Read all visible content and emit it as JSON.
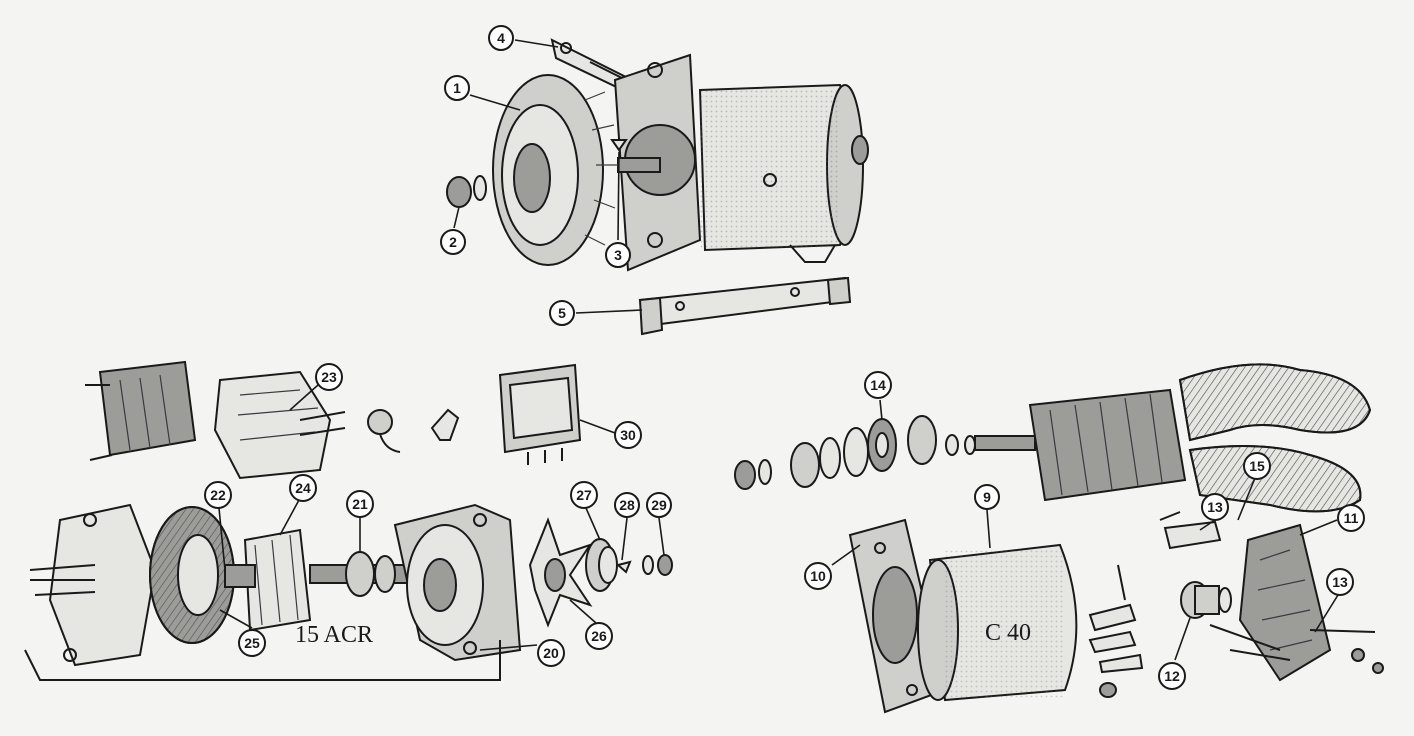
{
  "labels": {
    "alternator_model": "15 ACR",
    "dynamo_model": "C 40"
  },
  "callouts": [
    {
      "id": "c1",
      "text": "1"
    },
    {
      "id": "c2",
      "text": "2"
    },
    {
      "id": "c3",
      "text": "3"
    },
    {
      "id": "c4",
      "text": "4"
    },
    {
      "id": "c5",
      "text": "5"
    },
    {
      "id": "c23",
      "text": "23"
    },
    {
      "id": "c30",
      "text": "30"
    },
    {
      "id": "c22",
      "text": "22"
    },
    {
      "id": "c24",
      "text": "24"
    },
    {
      "id": "c21",
      "text": "21"
    },
    {
      "id": "c27",
      "text": "27"
    },
    {
      "id": "c28",
      "text": "28"
    },
    {
      "id": "c29",
      "text": "29"
    },
    {
      "id": "c25",
      "text": "25"
    },
    {
      "id": "c20",
      "text": "20"
    },
    {
      "id": "c26",
      "text": "26"
    },
    {
      "id": "c14",
      "text": "14"
    },
    {
      "id": "c9",
      "text": "9"
    },
    {
      "id": "c10",
      "text": "10"
    },
    {
      "id": "c13a",
      "text": "13"
    },
    {
      "id": "c15",
      "text": "15"
    },
    {
      "id": "c11",
      "text": "11"
    },
    {
      "id": "c13b",
      "text": "13"
    },
    {
      "id": "c12",
      "text": "12"
    }
  ]
}
